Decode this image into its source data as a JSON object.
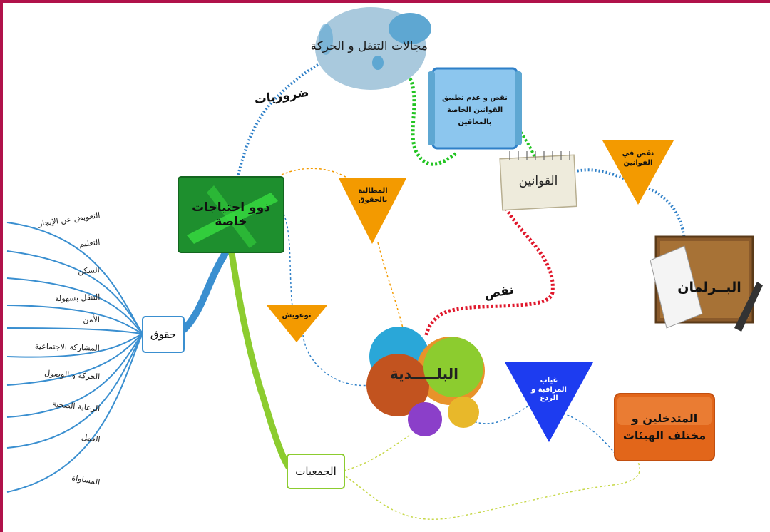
{
  "nodes": {
    "central": "ذوو احتياجات خاصة",
    "mobility": "مجالات التنقل و الحركة",
    "rights": "حقوق",
    "associations": "الجمعيات",
    "municipality": "البلـــــدية",
    "laws": "القوانين",
    "parliament": "البــرلمان",
    "stakeholders": "المتدخلين و مختلف الهيئات",
    "laws_note": "نقص و عدم تطبيق القوانين الخاصة بالمعاقين"
  },
  "edge_labels": {
    "necessities": "ضروريات",
    "shortage": "نقص"
  },
  "triangles": {
    "demand_rights": "المطالبة بالحقوق",
    "awareness": "توعويش",
    "law_shortage": "نقص في القوانين",
    "weak_oversight": "غياب المراقبة و الردع"
  },
  "rights_list": [
    "التعويض عن الإيجار",
    "التعليم",
    "السكن",
    "التنقل بسهولة",
    "الأمن",
    "المشاركة الاجتماعية",
    "الحركة و الوصول",
    "الرعاية الصحية",
    "العمل",
    "المساواة"
  ],
  "colors": {
    "frame": "#b0124a",
    "central": "#1e8f2e",
    "mobility": "#a9c9dd",
    "laws_note": "#8cc6ee",
    "stakeholders": "#e2661a",
    "triangle_orange": "#f39a00",
    "triangle_blue": "#1d3cf0",
    "parliament": "#8a5a2b",
    "rights_branch": "#3a8fd0",
    "assoc_branch": "#8ccc2f",
    "laws_red": "#e0182c"
  }
}
